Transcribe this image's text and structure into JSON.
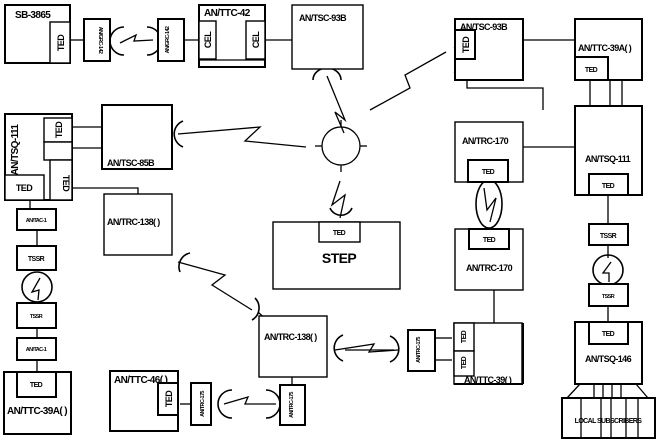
{
  "diagram": {
    "title": "Tactical communications network connectivity diagram",
    "colors": {
      "stroke": "#000000",
      "background": "#ffffff"
    },
    "nodes": {
      "sb3865": "SB-3865",
      "antrc142_a": "AN/GRC-142",
      "antrc142_b": "AN/GRC-142",
      "anttc42": "AN/TTC-42",
      "cel1": "CEL",
      "cel2": "CEL",
      "antsc93b_top": "AN/TSC-93B",
      "antsc93b_right": "AN/TSC-93B",
      "anttc39a_top": "AN/TTC-39A( )",
      "ansq111_left": "AN/TSQ-111",
      "antsc85b": "AN/TSC-85B",
      "antrc170_top": "AN/TRC-170",
      "antsq111_right": "AN/TSQ-111",
      "antrc138_left": "AN/TRC-138( )",
      "step": "STEP",
      "antrc170_mid": "AN/TRC-170",
      "antac1_a": "AN/TAC-1",
      "tssr_l1": "TSSR",
      "tssr_l2": "TSSR",
      "antac1_b": "AN/TAC-1",
      "anttc39a_bottom": "AN/TTC-39A( )",
      "antrc138_center": "AN/TRC-138( )",
      "anttc46": "AN/TTC-46( )",
      "antrc175_a": "AN/TRC-175",
      "antrc175_b": "AN/TRC-175",
      "antrc175_c": "AN/TRC-175",
      "anttc39_right": "AN/TTC-39( )",
      "tssr_r1": "TSSR",
      "tssr_r2": "TSSR",
      "antsq146": "AN/TSQ-146",
      "local_subscribers": "LOCAL SUBSCRIBERS"
    },
    "ted_label": "TED",
    "hub": "satellite-hub"
  }
}
